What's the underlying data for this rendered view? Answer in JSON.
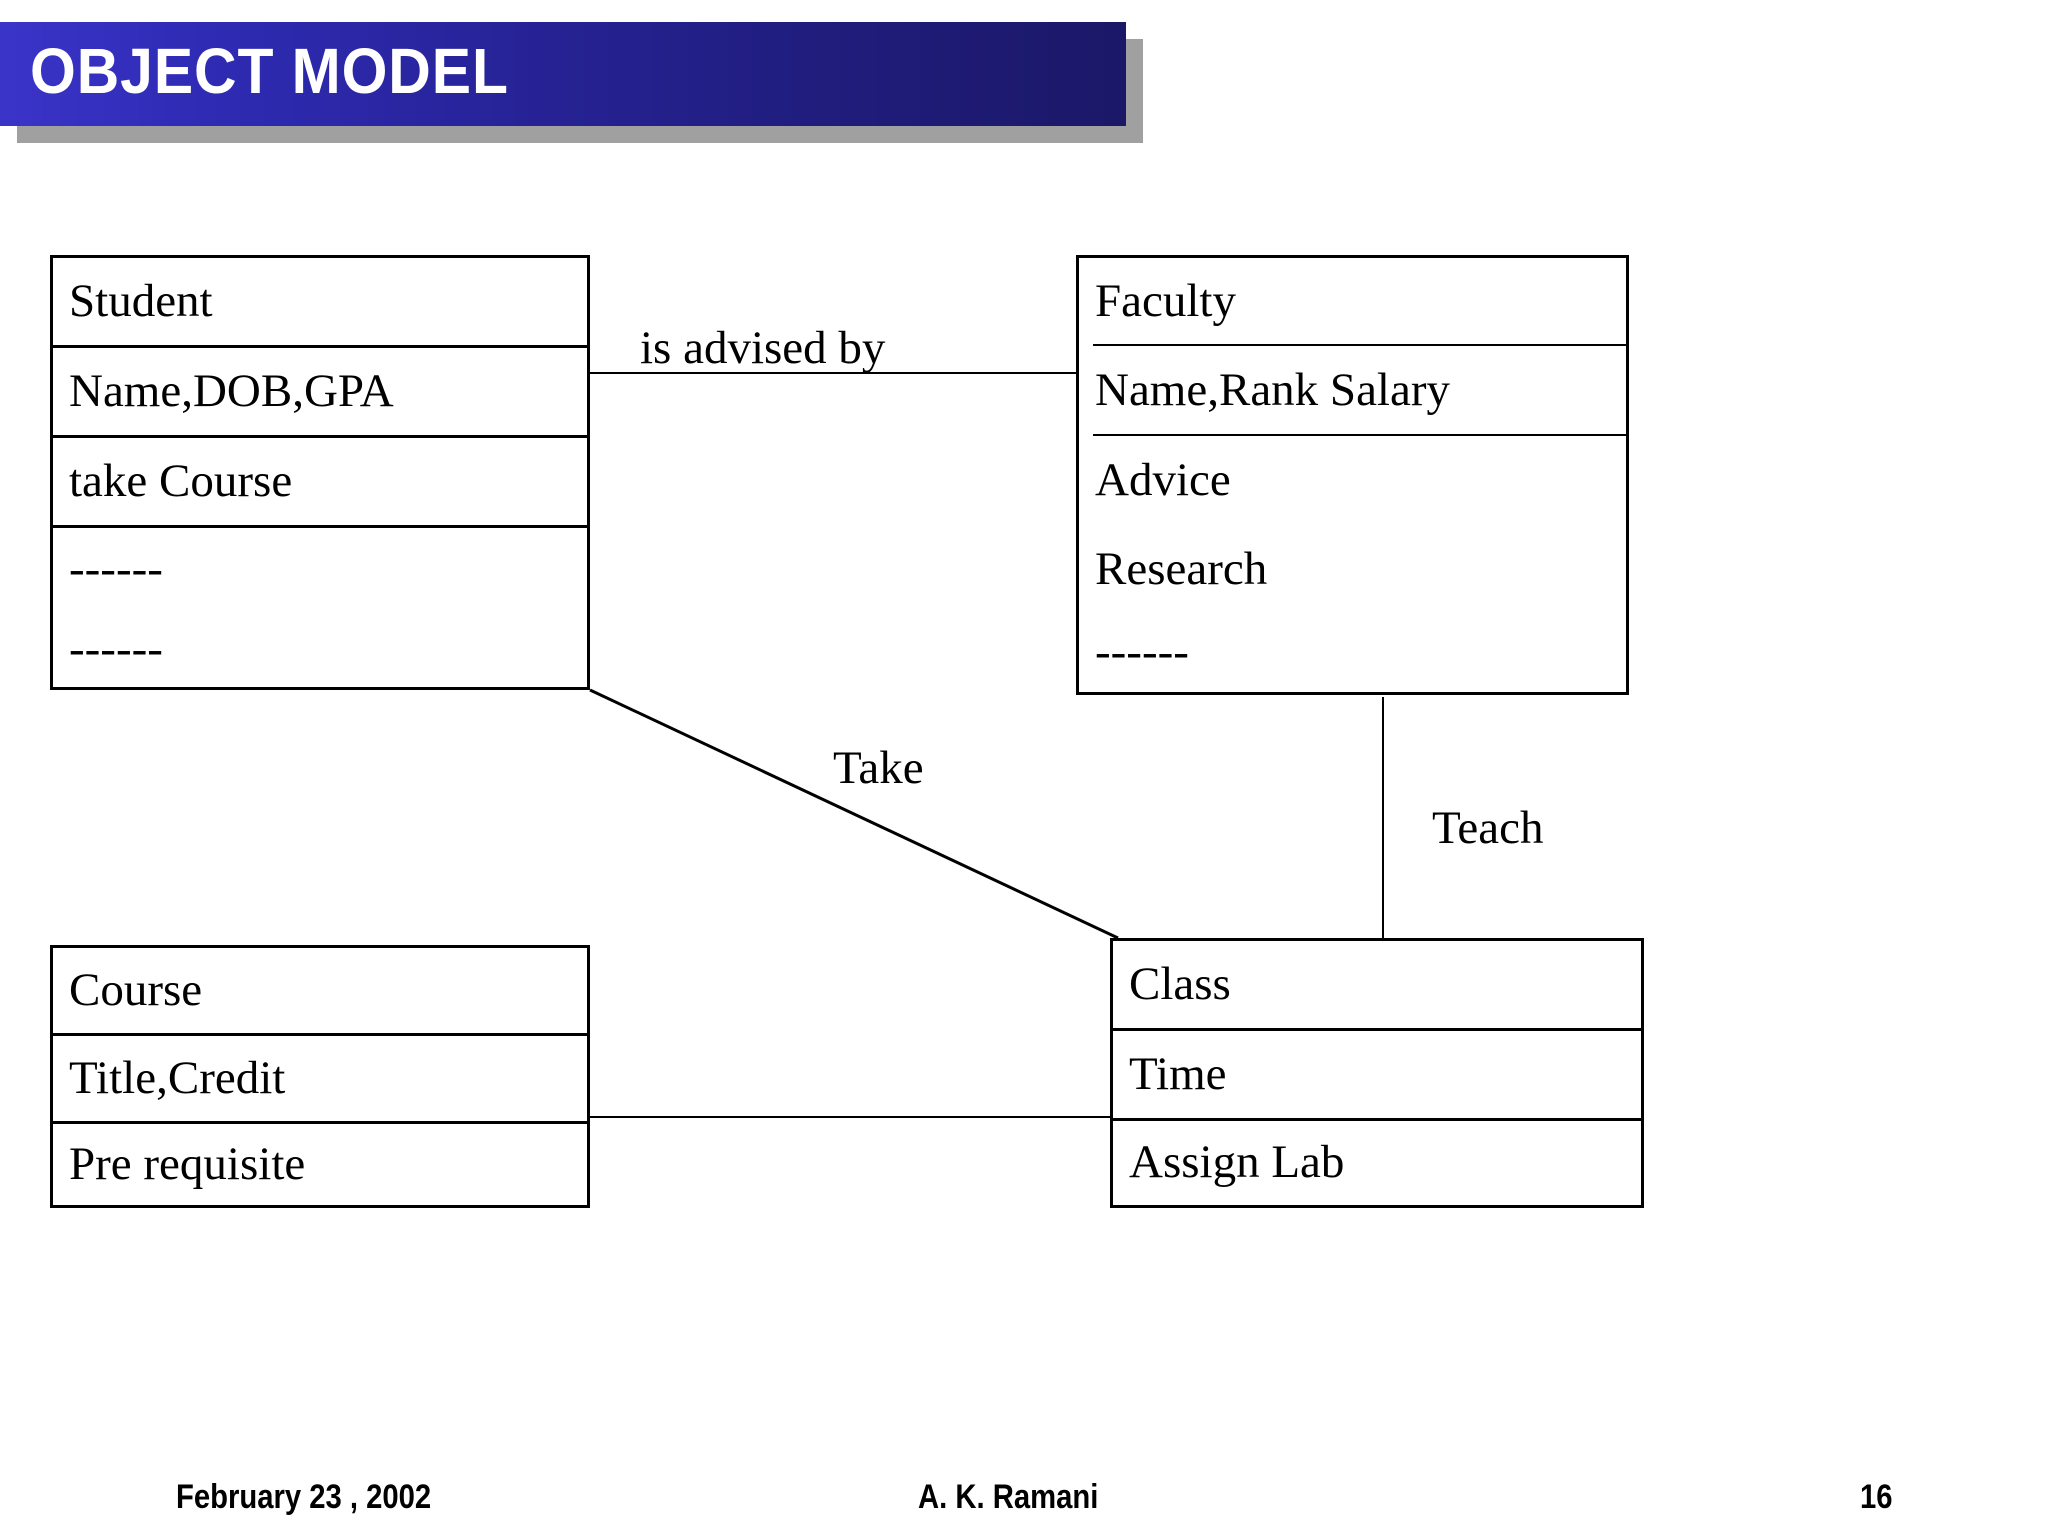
{
  "slide": {
    "title": "OBJECT MODEL",
    "banner_gradient_from": "#3b34c9",
    "banner_gradient_to": "#1b1868",
    "banner_shadow_color": "#a0a0a0",
    "title_color": "#ffffff",
    "background": "#ffffff",
    "line_color": "#000000"
  },
  "diagram": {
    "classes": [
      {
        "id": "student",
        "name": "Student",
        "rows": [
          "Student",
          "Name,DOB,GPA",
          "take Course",
          "------",
          "------"
        ]
      },
      {
        "id": "faculty",
        "name": "Faculty",
        "rows": [
          "Faculty",
          "Name,Rank Salary",
          "Advice",
          "Research",
          "------"
        ]
      },
      {
        "id": "course",
        "name": "Course",
        "rows": [
          "Course",
          "Title,Credit",
          "Pre requisite"
        ]
      },
      {
        "id": "class",
        "name": "Class",
        "rows": [
          "Class",
          "Time",
          "Assign Lab"
        ]
      }
    ],
    "relationships": [
      {
        "id": "advised-by",
        "label": "is advised by",
        "from": "student",
        "to": "faculty"
      },
      {
        "id": "take",
        "label": "Take",
        "from": "student",
        "to": "class"
      },
      {
        "id": "teach",
        "label": "Teach",
        "from": "faculty",
        "to": "class"
      },
      {
        "id": "course-class",
        "label": "",
        "from": "course",
        "to": "class"
      }
    ]
  },
  "footer": {
    "date": "February 23 , 2002",
    "author": "A. K. Ramani",
    "page_number": "16"
  }
}
